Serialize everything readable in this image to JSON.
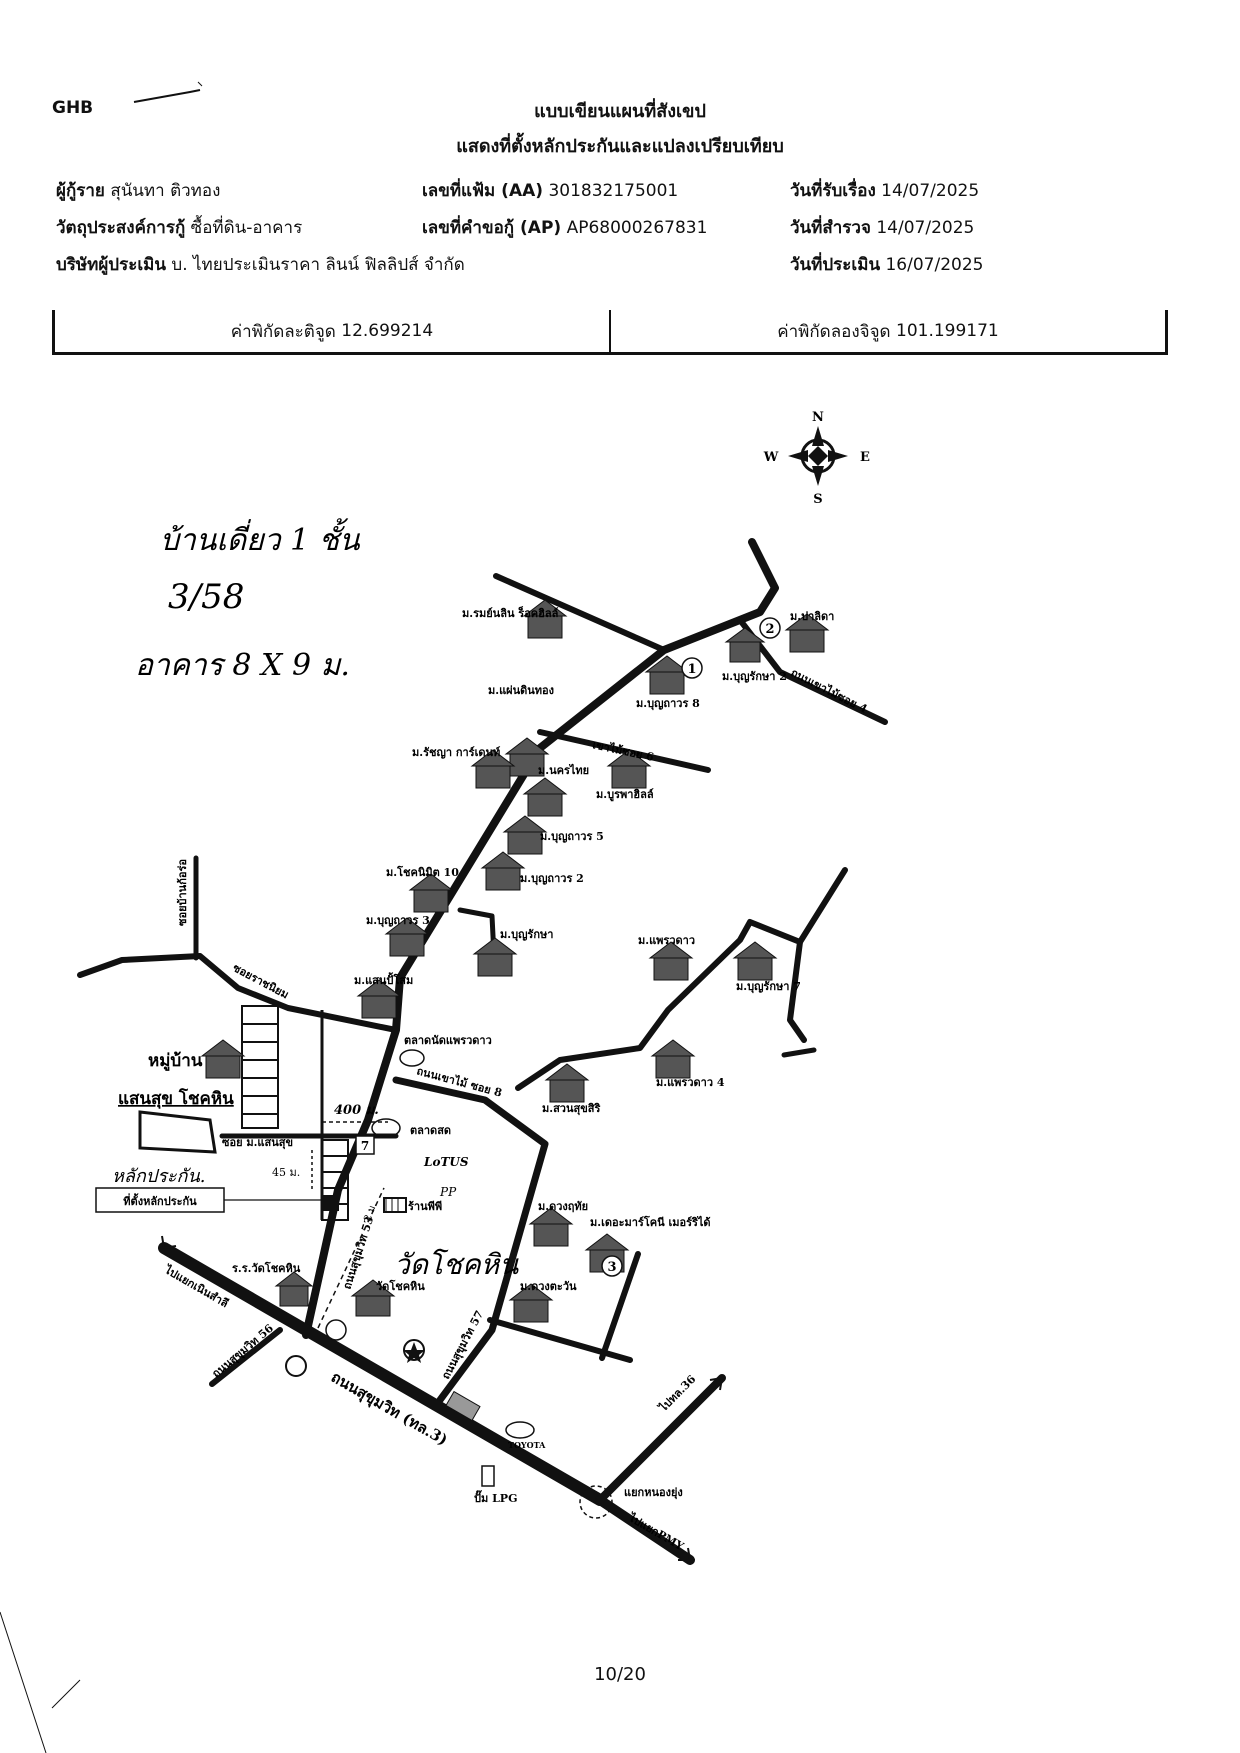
{
  "header": {
    "logo": "GHB",
    "title": "แบบเขียนแผนที่สังเขป",
    "subtitle": "แสดงที่ตั้งหลักประกันและแปลงเปรียบเทียบ"
  },
  "info": {
    "borrower_label": "ผู้กู้ราย",
    "borrower_value": "สุนันทา ติวทอง",
    "purpose_label": "วัตถุประสงค์การกู้",
    "purpose_value": "ซื้อที่ดิน-อาคาร",
    "appraiser_label": "บริษัทผู้ประเมิน",
    "appraiser_value": "บ. ไทยประเมินราคา ลินน์ ฟิลลิปส์ จำกัด",
    "file_label": "เลขที่แฟ้ม (AA)",
    "file_value": "301832175001",
    "request_label": "เลขที่คำขอกู้ (AP)",
    "request_value": "AP68000267831",
    "received_label": "วันที่รับเรื่อง",
    "received_value": "14/07/2025",
    "survey_label": "วันที่สำรวจ",
    "survey_value": "14/07/2025",
    "appraise_label": "วันที่ประเมิน",
    "appraise_value": "16/07/2025"
  },
  "coordinates": {
    "lat_label": "ค่าพิกัดละติจูด",
    "lat_value": "12.699214",
    "lon_label": "ค่าพิกัดลองจิจูด",
    "lon_value": "101.199171"
  },
  "compass": {
    "n": "N",
    "s": "S",
    "e": "E",
    "w": "W"
  },
  "handwritten": {
    "line1": "บ้านเดี่ยว 1 ชั้น",
    "line2": "3/58",
    "line3": "อาคาร 8 X 9 ม.",
    "collateral_note": "หลักประกัน.",
    "temple_note": "วัดโชคหิน",
    "distance": "400 ม.",
    "pp_note": "PP"
  },
  "map": {
    "villages": [
      "ม.รมย์นลิน ร็อคฮิลล์",
      "ม.ปาลิดา",
      "ม.บุญรักษา 2",
      "ม.บุญถาวร 8",
      "ม.แผ่นดินทอง",
      "ม.รัชญา การ์เดนท์",
      "ม.นครไทย",
      "ม.บูรพาฮิลล์",
      "ม.บุญถาวร 5",
      "ม.บุญถาวร 2",
      "ม.โชคนิมิต 10",
      "ม.บุญถาวร 3",
      "ม.บุญรักษา",
      "ม.แพรวดาว",
      "ม.บุญรักษา 7",
      "ม.แสนปั้โสม",
      "ม.แพรวดาว 4",
      "ม.สวนสุขสิริ",
      "ม.ดวงฤทัย",
      "ม.เดอะมาร์โคนี เมอร์ริได้",
      "ม.ดวงตะวัน"
    ],
    "roads": [
      "ถนนเขาไม้ซอย 4",
      "เขาไม้ซอย 6",
      "ซอยราชนิยม",
      "ถนนเขาไม้ ซอย 8",
      "ซอย ม.แสนสุข",
      "ถนนสุขุมวิท 53",
      "ถนนสุขุมวิท 57",
      "ถนนสุขุมวิท 56",
      "ถนนสุขุมวิท (ทล.3)",
      "ไปทล.36",
      "ไปแยกเนินสำลี",
      "ไปแยกPMY",
      "แยกหนองยุ่ง",
      "ซอยบ้านก้อร่อ"
    ],
    "places": {
      "market1": "ตลาดนัดแพรวดาว",
      "market2": "ตลาดสด",
      "school": "ร.ร.วัดโชคหิน",
      "temple": "วัดโชคหิน",
      "shop": "ร้านพีพี",
      "lpg": "ปั๊ม LPG",
      "toyota": "TOYOTA",
      "lotus": "LoTUS",
      "village_main_1": "หมู่บ้าน",
      "village_main_2": "แสนสุข โชคหิน",
      "collateral_box": "ที่ตั้งหลักประกัน",
      "dist_45": "45 ม.",
      "dist_v": "2 ม.",
      "seven": "7"
    },
    "markers": [
      "1",
      "2",
      "3"
    ]
  },
  "footer": {
    "page": "10/20"
  }
}
